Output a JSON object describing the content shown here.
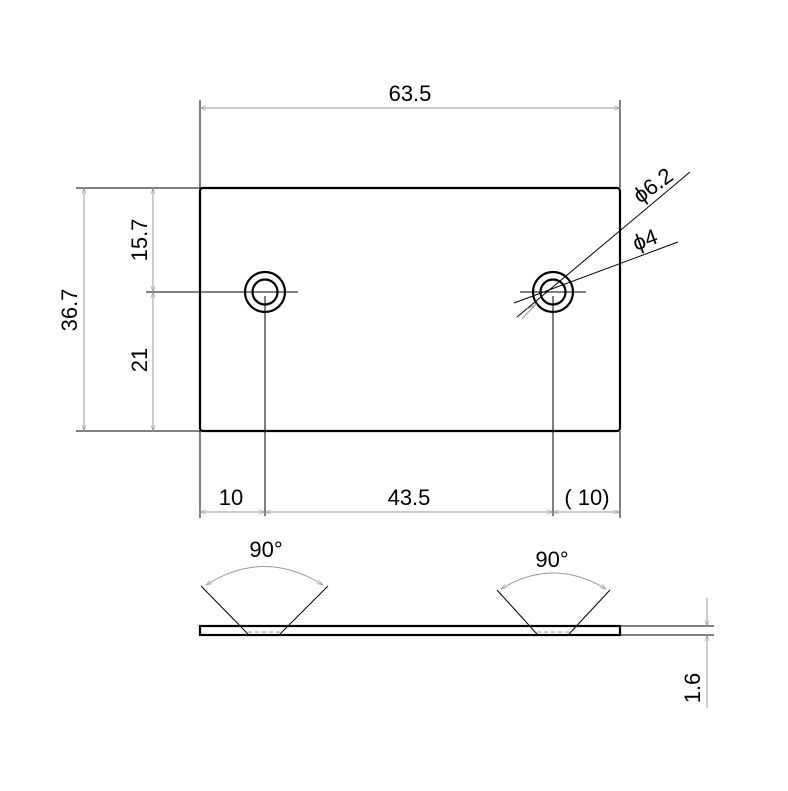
{
  "drawing": {
    "line_color": "#000000",
    "dimension_color": "#9a9a9a",
    "top_view": {
      "overall_width": "63.5",
      "overall_height": "36.7",
      "hole_offset_top": "15.7",
      "hole_offset_bottom": "21",
      "left_edge_to_hole": "10",
      "hole_spacing": "43.5",
      "right_edge_to_hole": "( 10)",
      "counterbore_diameter": "ϕ6.2",
      "hole_diameter": "ϕ4"
    },
    "side_view": {
      "left_countersink_angle": "90°",
      "right_countersink_angle": "90°",
      "thickness": "1.6"
    }
  }
}
